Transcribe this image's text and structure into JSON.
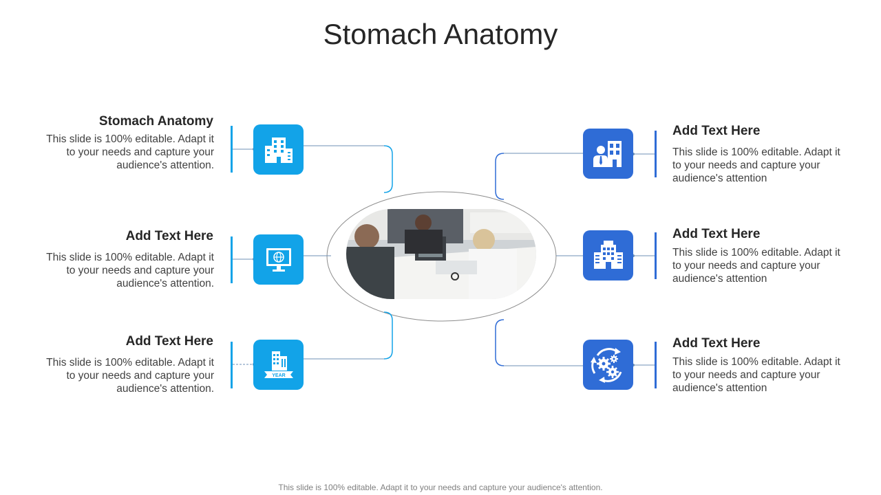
{
  "slide": {
    "title": "Stomach Anatomy",
    "footer": "This slide is 100% editable. Adapt it to your needs and capture your audience's attention."
  },
  "colors": {
    "left_accent": "#12a3e8",
    "right_accent": "#2f6cd6",
    "connector": "#6d8fb5",
    "ring": "#8c8c8c"
  },
  "left_items": [
    {
      "title": "Stomach Anatomy",
      "body": "This slide is 100% editable. Adapt it to your needs and capture your audience's attention.",
      "icon": "office-buildings-icon"
    },
    {
      "title": "Add Text Here",
      "body": "This slide is 100% editable. Adapt it to your needs and capture your audience's attention.",
      "icon": "computer-globe-icon"
    },
    {
      "title": "Add Text Here",
      "body": "This slide is 100% editable. Adapt it to your needs and capture your audience's attention.",
      "icon": "building-year-icon"
    }
  ],
  "right_items": [
    {
      "title": "Add Text Here",
      "body": "This slide is 100% editable. Adapt it to your needs and capture your audience's attention",
      "icon": "businessman-building-icon"
    },
    {
      "title": "Add Text Here",
      "body": "This slide is 100% editable. Adapt it to your needs and capture your audience's attention",
      "icon": "hotel-building-icon"
    },
    {
      "title": "Add Text Here",
      "body": "This slide is 100% editable. Adapt it to your needs and capture your audience's attention",
      "icon": "gears-cycle-icon"
    }
  ],
  "center_image": "business-meeting-photo"
}
